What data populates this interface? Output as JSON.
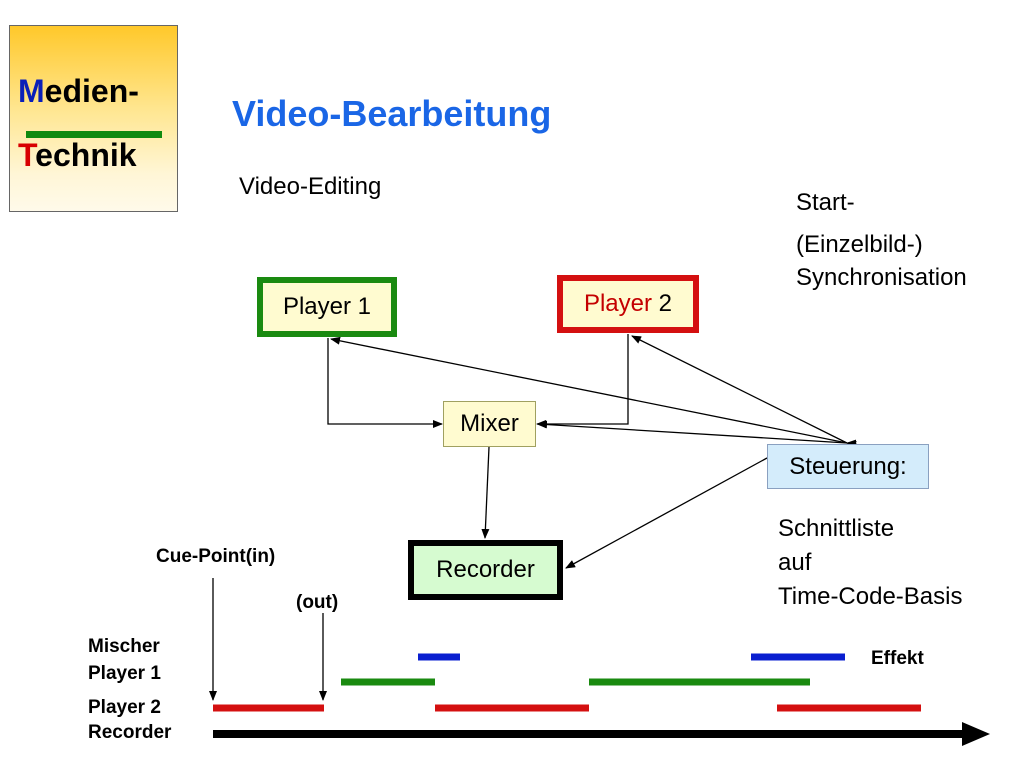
{
  "logo": {
    "line1_first": "M",
    "line1_rest": "edien-",
    "line2_first": "T",
    "line2_rest": "echnik"
  },
  "title": "Video-Bearbeitung",
  "subtitle": "Video-Editing",
  "sync_note": {
    "line1": "Start-",
    "line2": "(Einzelbild-)",
    "line3": "Synchronisation"
  },
  "cut_note": {
    "line1": "Schnittliste",
    "line2": "auf",
    "line3": "Time-Code-Basis"
  },
  "nodes": {
    "player1": "Player 1",
    "player2_word": "Player",
    "player2_num": "2",
    "mixer": "Mixer",
    "steuerung": "Steuerung:",
    "recorder": "Recorder"
  },
  "timeline": {
    "cue_in": "Cue-Point(in)",
    "cue_out": "(out)",
    "effekt": "Effekt",
    "tracks": [
      "Mischer",
      "Player 1",
      "Player 2",
      "Recorder"
    ]
  },
  "colors": {
    "title": "#1a66e6",
    "player1_border": "#1a8a10",
    "player2_border": "#d41010",
    "mixer_track": "#0a1fd0",
    "player1_track": "#1a8a10",
    "player2_track": "#d41010"
  }
}
